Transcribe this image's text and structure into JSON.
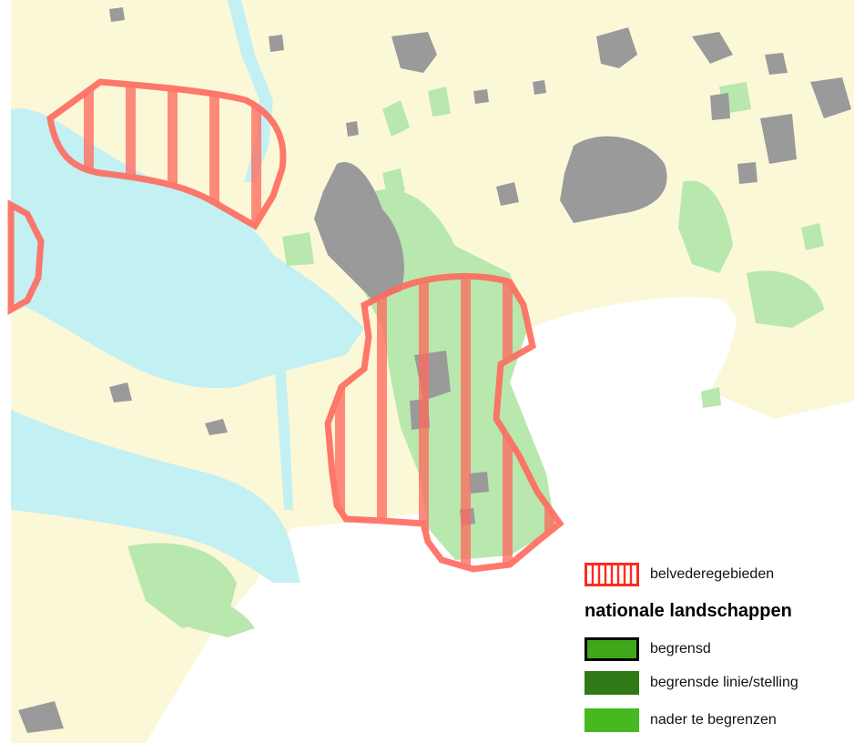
{
  "legend": {
    "items": [
      {
        "label": "belvederegebieden",
        "color": "#ff2a1f",
        "style": "hatched"
      },
      {
        "heading": "nationale landschappen"
      },
      {
        "label": "begrensd",
        "color": "#3fa81a",
        "style": "solid-outlined"
      },
      {
        "label": "begrensde linie/stelling",
        "color": "#2f7a16",
        "style": "solid"
      },
      {
        "label": "nader te begrenzen",
        "color": "#46b820",
        "style": "solid"
      }
    ]
  },
  "colors": {
    "land": "#fbf8d8",
    "water": "#c3f0f3",
    "urban": "#9a9a9a",
    "nature": "#b8e8ae",
    "outside": "#ffffff",
    "belvedere": "#ff6a5e"
  }
}
